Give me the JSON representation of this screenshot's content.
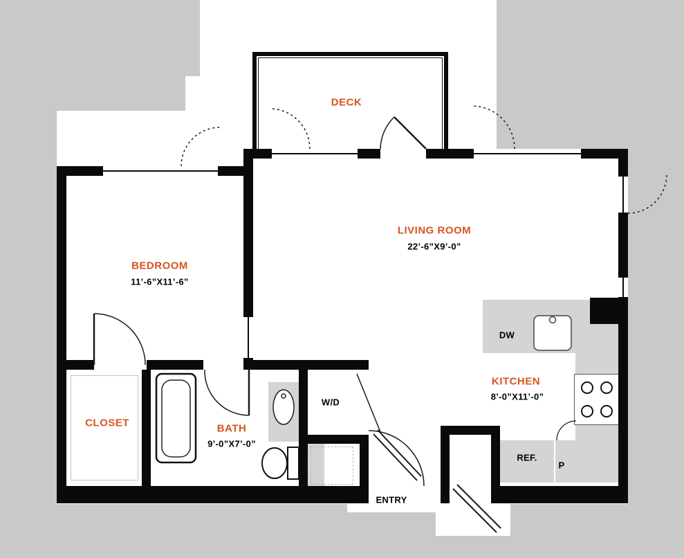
{
  "colors": {
    "accent": "#d8541d",
    "wall": "#0a0a0a",
    "mass": "#c9c9c9",
    "counter": "#d4d4d4"
  },
  "rooms": {
    "deck": {
      "label": "DECK"
    },
    "living_room": {
      "label": "LIVING ROOM",
      "dims": "22’-6”X9’-0”"
    },
    "bedroom": {
      "label": "BEDROOM",
      "dims": "11’-6”X11’-6”"
    },
    "kitchen": {
      "label": "KITCHEN",
      "dims": "8’-0”X11’-0”"
    },
    "bath": {
      "label": "BATH",
      "dims": "9’-0”X7’-0”"
    },
    "closet": {
      "label": "CLOSET"
    },
    "entry": {
      "label": "ENTRY"
    },
    "laundry": {
      "label": "W/D"
    }
  },
  "appliances": {
    "dishwasher": {
      "label": "DW"
    },
    "refrigerator": {
      "label": "REF."
    },
    "pantry": {
      "label": "P"
    }
  }
}
